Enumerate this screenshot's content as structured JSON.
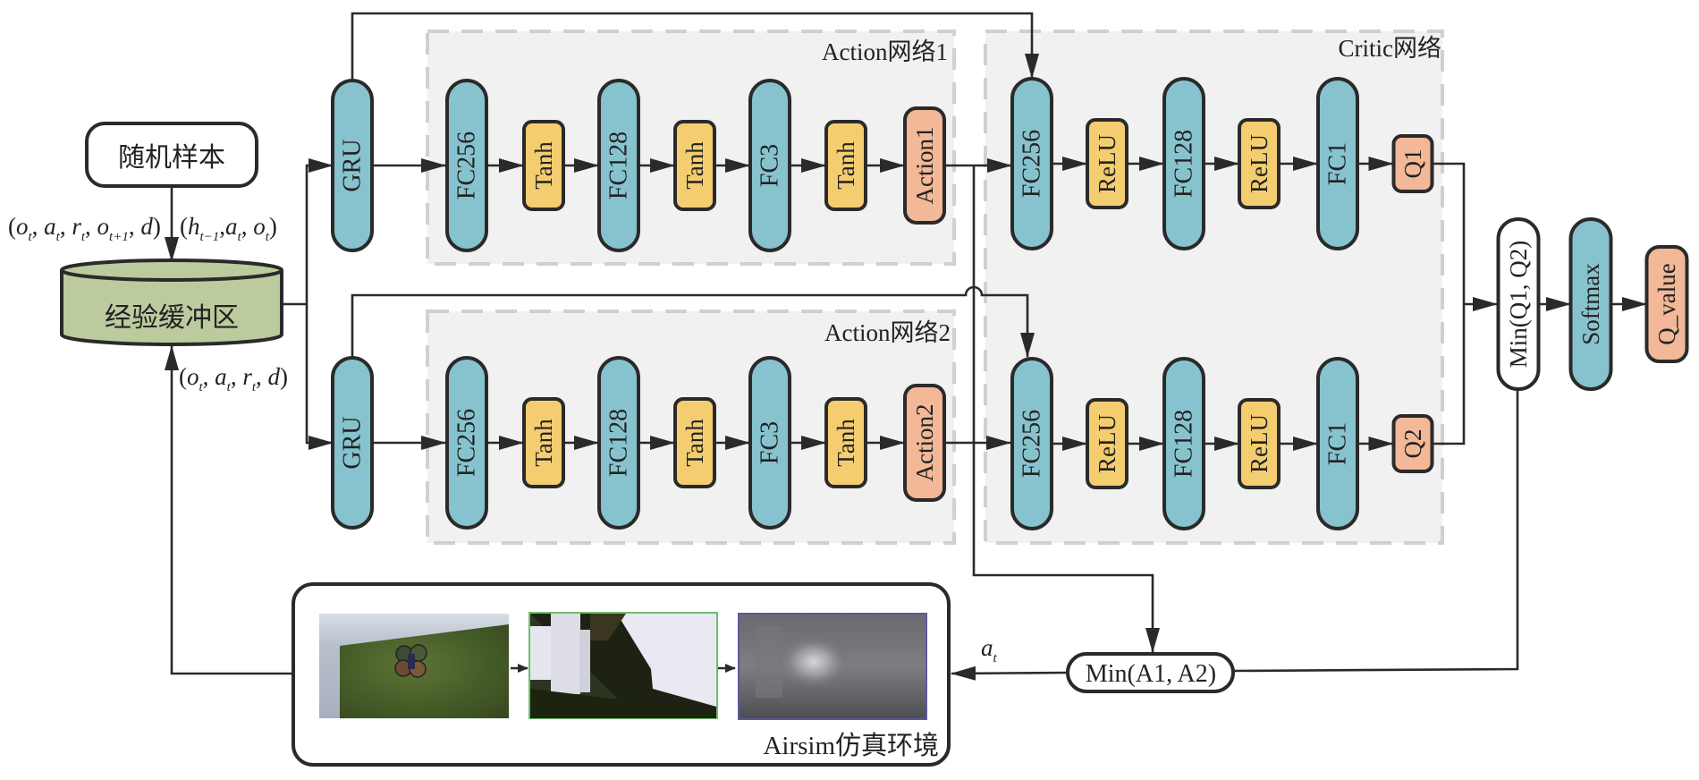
{
  "colors": {
    "fc": "#87c3ce",
    "activation": "#f4cd70",
    "output": "#f2b897",
    "buffer": "#bccb9e",
    "min_node": "#ffffff",
    "stroke": "#2a2a2a",
    "group_fill": "#f1f1f1",
    "group_border": "#d0d0d0"
  },
  "sampler": {
    "label": "随机样本"
  },
  "buffer": {
    "label": "经验缓冲区"
  },
  "sample_labels": {
    "left": "(o_t, a_t, r_t, o_{t+1}, d)",
    "right": "(h_{t-1}, a_t, o_t)",
    "store": "(o_t, a_t, r_t, d)"
  },
  "gru": [
    {
      "label": "GRU"
    },
    {
      "label": "GRU"
    }
  ],
  "action_networks": [
    {
      "title": "Action网络1",
      "layers": [
        {
          "label": "FC256",
          "kind": "fc"
        },
        {
          "label": "Tanh",
          "kind": "activation"
        },
        {
          "label": "FC128",
          "kind": "fc"
        },
        {
          "label": "Tanh",
          "kind": "activation"
        },
        {
          "label": "FC3",
          "kind": "fc"
        },
        {
          "label": "Tanh",
          "kind": "activation"
        },
        {
          "label": "Action1",
          "kind": "output"
        }
      ]
    },
    {
      "title": "Action网络2",
      "layers": [
        {
          "label": "FC256",
          "kind": "fc"
        },
        {
          "label": "Tanh",
          "kind": "activation"
        },
        {
          "label": "FC128",
          "kind": "fc"
        },
        {
          "label": "Tanh",
          "kind": "activation"
        },
        {
          "label": "FC3",
          "kind": "fc"
        },
        {
          "label": "Tanh",
          "kind": "activation"
        },
        {
          "label": "Action2",
          "kind": "output"
        }
      ]
    }
  ],
  "critic_network": {
    "title": "Critic网络",
    "branches": [
      {
        "layers": [
          {
            "label": "FC256",
            "kind": "fc"
          },
          {
            "label": "ReLU",
            "kind": "activation"
          },
          {
            "label": "FC128",
            "kind": "fc"
          },
          {
            "label": "ReLU",
            "kind": "activation"
          },
          {
            "label": "FC1",
            "kind": "fc"
          },
          {
            "label": "Q1",
            "kind": "output"
          }
        ]
      },
      {
        "layers": [
          {
            "label": "FC256",
            "kind": "fc"
          },
          {
            "label": "ReLU",
            "kind": "activation"
          },
          {
            "label": "FC128",
            "kind": "fc"
          },
          {
            "label": "ReLU",
            "kind": "activation"
          },
          {
            "label": "FC1",
            "kind": "fc"
          },
          {
            "label": "Q2",
            "kind": "output"
          }
        ]
      }
    ]
  },
  "q_head": {
    "min_label": "Min(Q1, Q2)",
    "softmax_label": "Softmax",
    "output_label": "Q_value"
  },
  "action_select": {
    "label": "Min(A1, A2)",
    "output_label": "a_t"
  },
  "environment": {
    "label": "Airsim仿真环境",
    "images": [
      {
        "name": "drone-top-view"
      },
      {
        "name": "camera-rgb-view"
      },
      {
        "name": "depth-map-view"
      }
    ]
  }
}
